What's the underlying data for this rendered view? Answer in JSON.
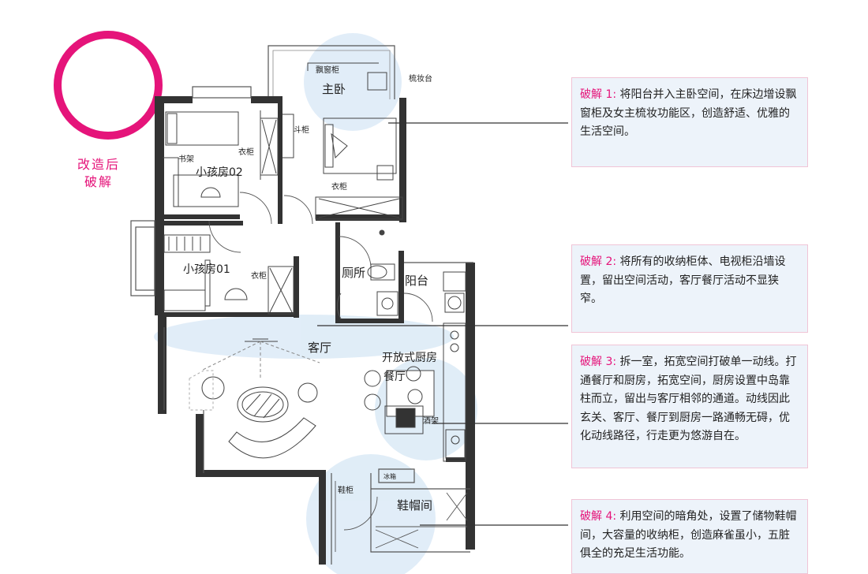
{
  "heading": {
    "line1": "改造后",
    "line2": "破解"
  },
  "rooms": {
    "master_bedroom": "主卧",
    "bay_cabinet": "飘窗柜",
    "dresser": "梳妆台",
    "chest_cabinet": "斗柜",
    "wardrobe": "衣柜",
    "bookshelf": "书架",
    "kid_room_02": "小孩房02",
    "kid_room_01": "小孩房01",
    "toilet": "厕所",
    "balcony": "阳台",
    "living_room": "客厅",
    "open_kitchen": "开放式厨房",
    "dining_room": "餐厅",
    "wine_rack": "酒架",
    "shoe_cabinet": "鞋柜",
    "cloak_room": "鞋帽间",
    "fridge": "冰箱"
  },
  "notes": [
    {
      "tag": "破解 1:",
      "text": "将阳台并入主卧空间，在床边增设飘窗柜及女主梳妆功能区，创造舒适、优雅的生活空间。"
    },
    {
      "tag": "破解 2:",
      "text": "将所有的收纳柜体、电视柜沿墙设置，留出空间活动，客厅餐厅活动不显狭窄。"
    },
    {
      "tag": "破解 3:",
      "text": "拆一室，拓宽空间打破单一动线。打通餐厅和厨房，拓宽空间，厨房设置中岛靠柱而立，留出与客厅相邻的通道。动线因此玄关、客厅、餐厅到厨房一路通畅无碍，优化动线路径，行走更为悠游自在。"
    },
    {
      "tag": "破解 4:",
      "text": "利用空间的暗角处，设置了储物鞋帽间，大容量的收纳柜，创造麻雀虽小，五脏俱全的充足生活功能。"
    }
  ],
  "colors": {
    "accent": "#e5147a",
    "wall": "#333333",
    "note_bg": "#edf3fa",
    "note_border": "#f0c4d6",
    "highlight": "#d4e6f5"
  }
}
